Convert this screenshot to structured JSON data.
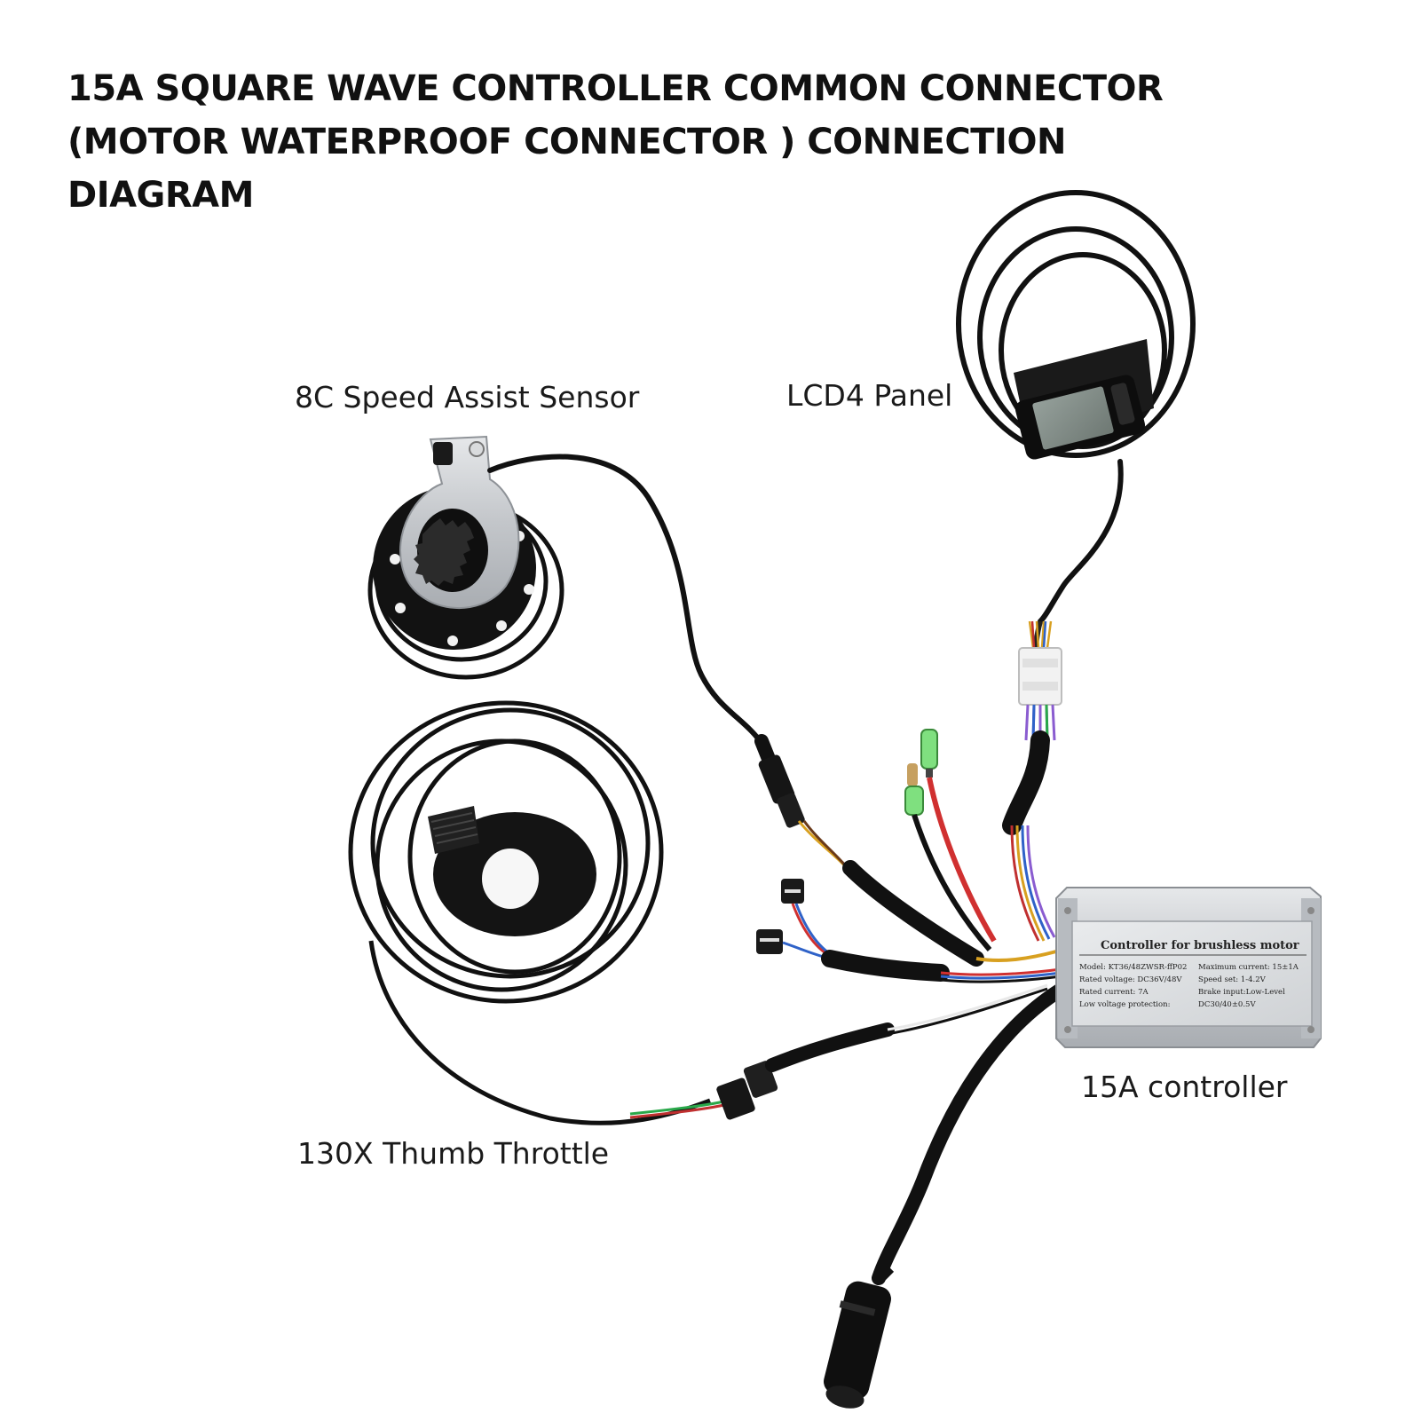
{
  "title": {
    "line1": "15A SQUARE WAVE CONTROLLER COMMON CONNECTOR",
    "line2": "(MOTOR WATERPROOF CONNECTOR ) CONNECTION",
    "line3": "DIAGRAM"
  },
  "labels": {
    "speed_sensor": "8C Speed Assist Sensor",
    "lcd_panel": "LCD4 Panel",
    "controller": "15A controller",
    "throttle": "130X Thumb Throttle"
  },
  "controller_plate": {
    "heading": "Controller for brushless motor",
    "rows": [
      {
        "left": "Model:  KT36/48ZWSR-ffP02",
        "right": "Maximum current: 15±1A"
      },
      {
        "left": "Rated voltage: DC36V/48V",
        "right": "Speed set:  1-4.2V"
      },
      {
        "left": "Rated current:   7A",
        "right": "Brake input:Low-Level"
      },
      {
        "left": "Low voltage protection:",
        "right": "DC30/40±0.5V"
      }
    ]
  },
  "colors": {
    "cable": "#111111",
    "metal": "#c9ccd0",
    "connector_white": "#f2f2f2",
    "lcd_screen": "#7f8a86",
    "green_sleeve": "#7fe07f"
  }
}
